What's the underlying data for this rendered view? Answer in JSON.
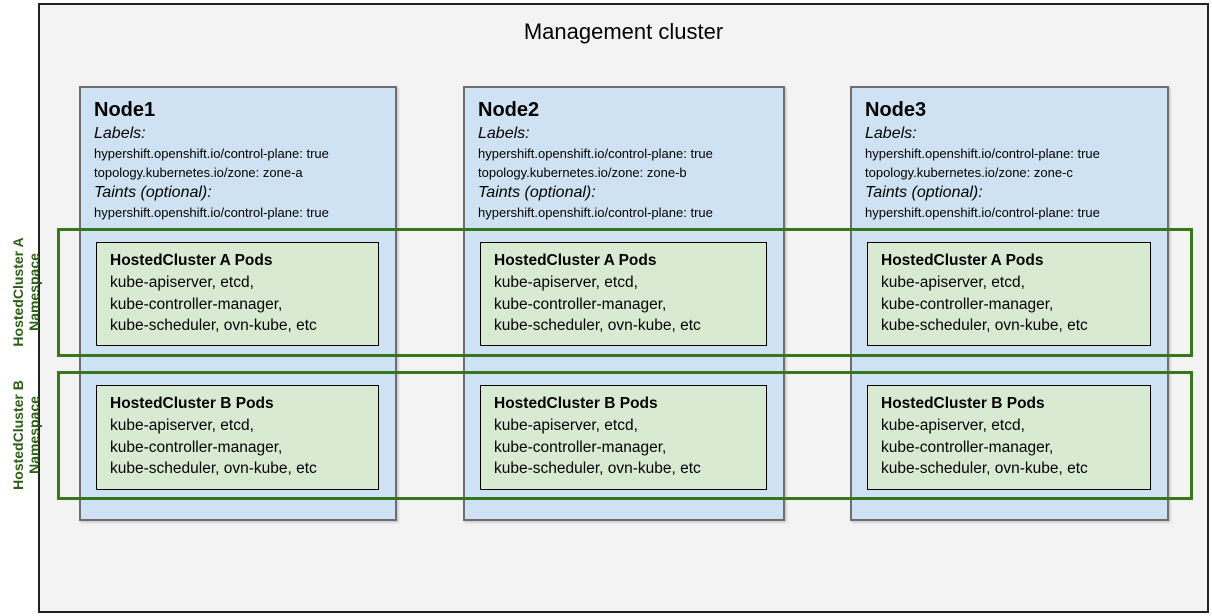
{
  "title": "Management cluster",
  "colors": {
    "outer_fill": "#f3f3f3",
    "node_fill": "#cfe2f3",
    "node_border": "#6d6d6d",
    "pods_fill": "#d9ead3",
    "pods_border": "#000000",
    "namespace_green": "#38761d",
    "namespace_label_green": "#2d5f16"
  },
  "namespaces": [
    {
      "line1": "HostedCluster A",
      "line2": "Namespace"
    },
    {
      "line1": "HostedCluster B",
      "line2": "Namespace"
    }
  ],
  "nodes": [
    {
      "name": "Node1",
      "labels_heading": "Labels:",
      "labels": [
        "hypershift.openshift.io/control-plane: true",
        "topology.kubernetes.io/zone: zone-a"
      ],
      "taints_heading": "Taints (optional):",
      "taints": [
        "hypershift.openshift.io/control-plane: true"
      ],
      "pods": [
        {
          "title": "HostedCluster A Pods",
          "lines": [
            "kube-apiserver, etcd,",
            "kube-controller-manager,",
            "kube-scheduler, ovn-kube, etc"
          ]
        },
        {
          "title": "HostedCluster B Pods",
          "lines": [
            "kube-apiserver, etcd,",
            "kube-controller-manager,",
            "kube-scheduler, ovn-kube, etc"
          ]
        }
      ]
    },
    {
      "name": "Node2",
      "labels_heading": "Labels:",
      "labels": [
        "hypershift.openshift.io/control-plane: true",
        "topology.kubernetes.io/zone: zone-b"
      ],
      "taints_heading": "Taints (optional):",
      "taints": [
        "hypershift.openshift.io/control-plane: true"
      ],
      "pods": [
        {
          "title": "HostedCluster A Pods",
          "lines": [
            "kube-apiserver, etcd,",
            "kube-controller-manager,",
            "kube-scheduler, ovn-kube, etc"
          ]
        },
        {
          "title": "HostedCluster B Pods",
          "lines": [
            "kube-apiserver, etcd,",
            "kube-controller-manager,",
            "kube-scheduler, ovn-kube, etc"
          ]
        }
      ]
    },
    {
      "name": "Node3",
      "labels_heading": "Labels:",
      "labels": [
        "hypershift.openshift.io/control-plane: true",
        "topology.kubernetes.io/zone: zone-c"
      ],
      "taints_heading": "Taints (optional):",
      "taints": [
        "hypershift.openshift.io/control-plane: true"
      ],
      "pods": [
        {
          "title": "HostedCluster A Pods",
          "lines": [
            "kube-apiserver, etcd,",
            "kube-controller-manager,",
            "kube-scheduler, ovn-kube, etc"
          ]
        },
        {
          "title": "HostedCluster B Pods",
          "lines": [
            "kube-apiserver, etcd,",
            "kube-controller-manager,",
            "kube-scheduler, ovn-kube, etc"
          ]
        }
      ]
    }
  ]
}
